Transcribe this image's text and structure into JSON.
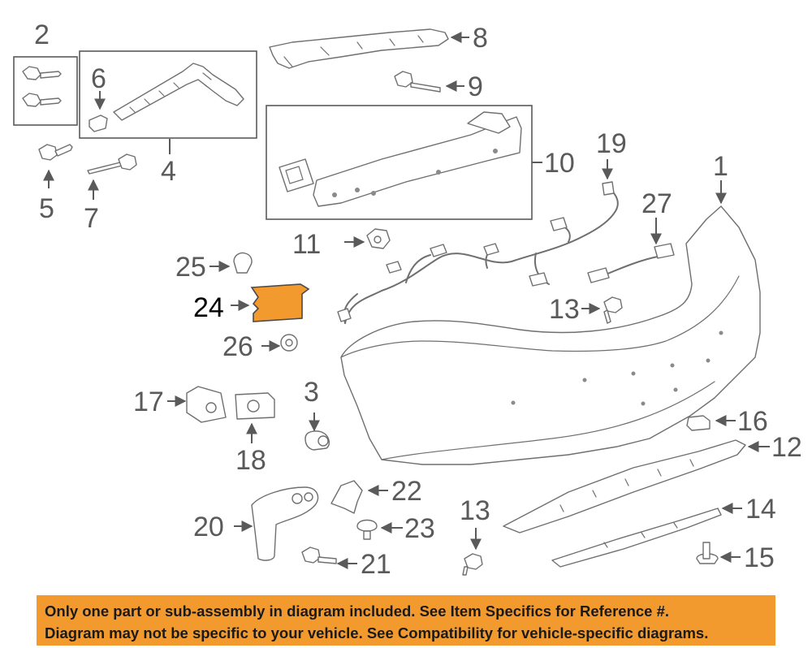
{
  "highlight_color": "#f39a2e",
  "callouts": {
    "c1": "1",
    "c2": "2",
    "c3": "3",
    "c4": "4",
    "c5": "5",
    "c6": "6",
    "c7": "7",
    "c8": "8",
    "c9": "9",
    "c10": "10",
    "c11": "11",
    "c12": "12",
    "c13a": "13",
    "c13b": "13",
    "c14": "14",
    "c15": "15",
    "c16": "16",
    "c17": "17",
    "c18": "18",
    "c19": "19",
    "c20": "20",
    "c21": "21",
    "c22": "22",
    "c23": "23",
    "c24": "24",
    "c25": "25",
    "c26": "26",
    "c27": "27"
  },
  "highlighted_part": "24",
  "notice": {
    "line1": "Only one part or sub-assembly in diagram included. See Item Specifics for Reference #.",
    "line2": "Diagram may not be specific to your vehicle. See Compatibility for vehicle-specific diagrams."
  }
}
